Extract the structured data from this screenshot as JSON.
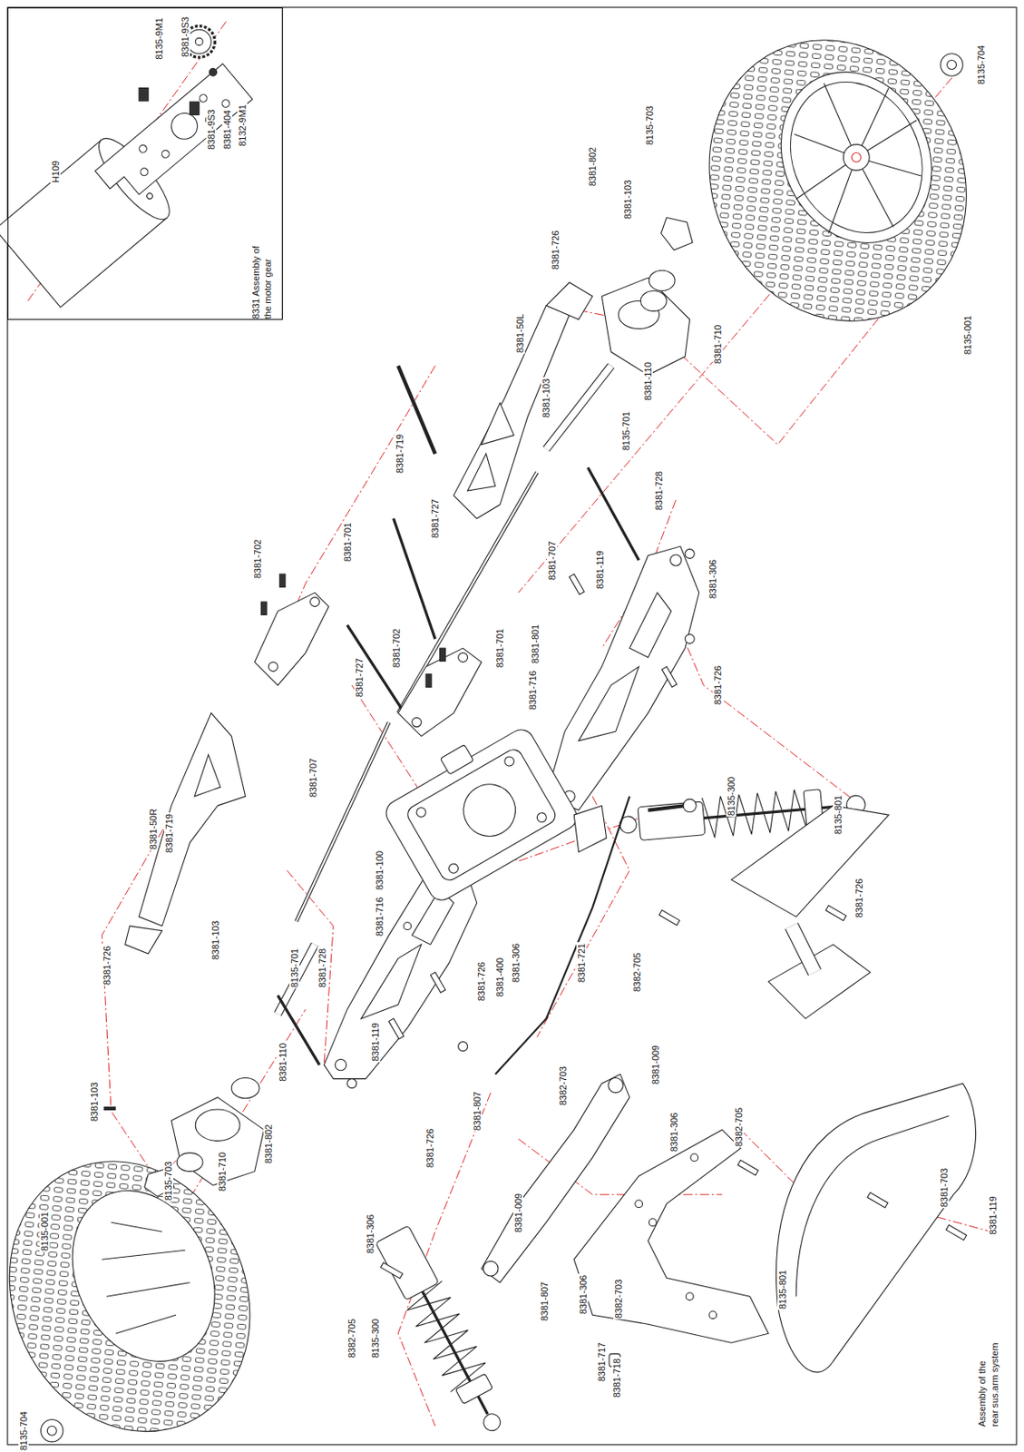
{
  "diagram": {
    "caption": "Assembly of the rear sus.arm system",
    "nodes": [
      {
        "text": [
          "8331 Assembly of the motor gear"
        ]
      }
    ],
    "edges": [],
    "labels": [
      "8135-9M1",
      "8381-9S3",
      "H109",
      "8381-9S3",
      "8381-404",
      "8132-9M1",
      "8135-704",
      "8135-703",
      "8381-103",
      "8381-802",
      "8381-726",
      "8381-50L",
      "8381-103",
      "8135-701",
      "8381-110",
      "8381-710",
      "8135-001",
      "8381-728",
      "8381-719",
      "8381-727",
      "8381-707",
      "8381-119",
      "8381-306",
      "8381-701",
      "8381-702",
      "8381-801",
      "8381-716",
      "8381-701",
      "8381-702",
      "8381-727",
      "8381-726",
      "8381-707",
      "8381-50R",
      "8381-719",
      "8381-100",
      "8381-716",
      "8381-726",
      "8381-400",
      "8381-306",
      "8381-721",
      "8135-300",
      "8135-801",
      "8381-726",
      "8382-705",
      "8381-726",
      "8381-103",
      "8135-701",
      "8381-728",
      "8381-119",
      "8381-110",
      "8381-103",
      "8135-703",
      "8381-710",
      "8381-802",
      "8135-001",
      "8381-726",
      "8381-807",
      "8382-703",
      "8381-009",
      "8381-306",
      "8381-009",
      "8381-306",
      "8382-705",
      "8135-300",
      "8381-807",
      "8381-306",
      "8382-703",
      "8381-717",
      "8381-718",
      "8382-705",
      "8381-703",
      "8381-119",
      "8135-801",
      "8135-704"
    ]
  }
}
